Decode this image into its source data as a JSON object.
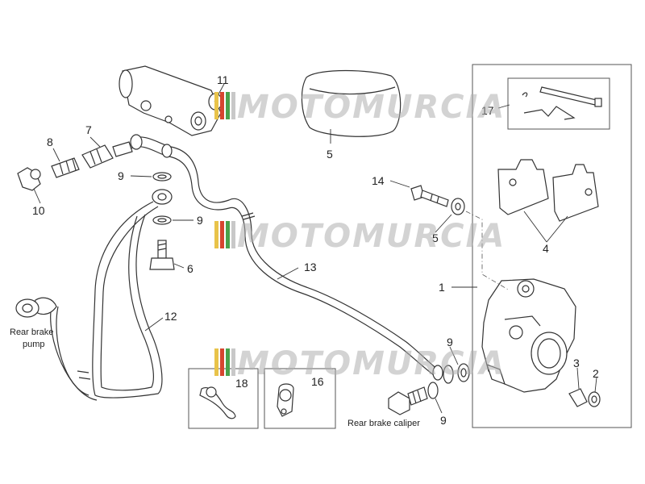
{
  "watermark": {
    "text": "MOTOMURCIA",
    "colors": [
      "#e8c34a",
      "#d6452f",
      "#4aa24a",
      "#c8c8c8"
    ]
  },
  "labels": {
    "p1": "1",
    "p2": "2",
    "p3": "3",
    "p4": "4",
    "p5a": "5",
    "p5b": "5",
    "p6": "6",
    "p7": "7",
    "p8": "8",
    "p9a": "9",
    "p9b": "9",
    "p9c": "9",
    "p9d": "9",
    "p10": "10",
    "p11": "11",
    "p12": "12",
    "p13": "13",
    "p14": "14",
    "p16": "16",
    "p17": "17",
    "p18": "18"
  },
  "captions": {
    "pump_line1": "Rear brake",
    "pump_line2": "pump",
    "caliper": "Rear brake caliper"
  }
}
